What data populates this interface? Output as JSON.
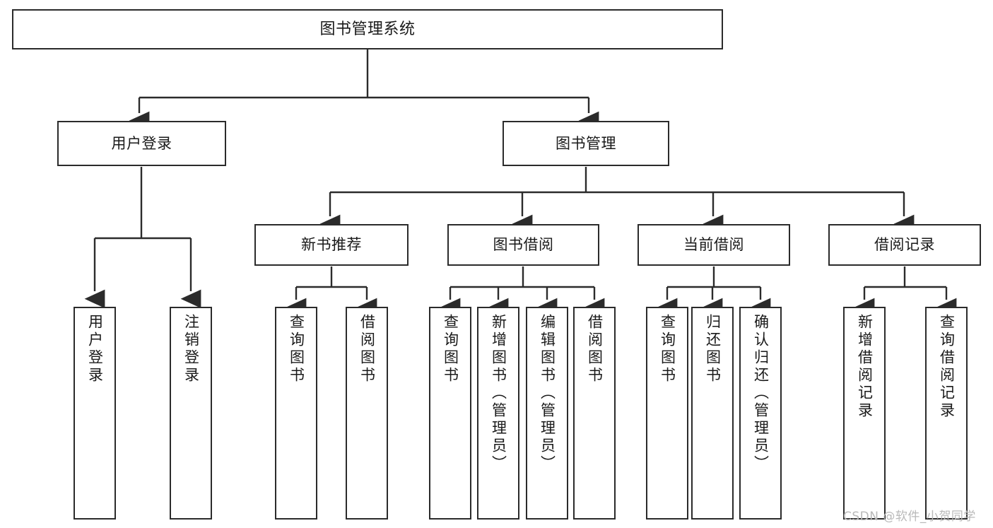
{
  "diagram": {
    "type": "tree-hierarchy",
    "title": "图书管理系统",
    "orientation": "top-down",
    "levels": 4,
    "root": {
      "label": "图书管理系统",
      "level": 0
    },
    "level2": [
      {
        "label": "用户登录",
        "level": 1
      },
      {
        "label": "图书管理",
        "level": 1
      }
    ],
    "level3": [
      {
        "label": "新书推荐",
        "level": 2,
        "parent": "图书管理"
      },
      {
        "label": "图书借阅",
        "level": 2,
        "parent": "图书管理"
      },
      {
        "label": "当前借阅",
        "level": 2,
        "parent": "图书管理"
      },
      {
        "label": "借阅记录",
        "level": 2,
        "parent": "图书管理"
      }
    ],
    "leaves": [
      {
        "label": "用户登录",
        "level": 2,
        "parent": "用户登录",
        "group": "user-login"
      },
      {
        "label": "注销登录",
        "level": 2,
        "parent": "用户登录",
        "group": "user-login"
      },
      {
        "label": "查询图书",
        "level": 3,
        "parent": "新书推荐",
        "group": "new-book-recommend"
      },
      {
        "label": "借阅图书",
        "level": 3,
        "parent": "新书推荐",
        "group": "new-book-recommend"
      },
      {
        "label": "查询图书",
        "level": 3,
        "parent": "图书借阅",
        "group": "book-borrow"
      },
      {
        "label": "新增图书（管理员）",
        "level": 3,
        "parent": "图书借阅",
        "group": "book-borrow"
      },
      {
        "label": "编辑图书（管理员）",
        "level": 3,
        "parent": "图书借阅",
        "group": "book-borrow"
      },
      {
        "label": "借阅图书",
        "level": 3,
        "parent": "图书借阅",
        "group": "book-borrow"
      },
      {
        "label": "查询图书",
        "level": 3,
        "parent": "当前借阅",
        "group": "current-borrow"
      },
      {
        "label": "归还图书",
        "level": 3,
        "parent": "当前借阅",
        "group": "current-borrow"
      },
      {
        "label": "确认归还（管理员）",
        "level": 3,
        "parent": "当前借阅",
        "group": "current-borrow"
      },
      {
        "label": "新增借阅记录",
        "level": 3,
        "parent": "借阅记录",
        "group": "borrow-record"
      },
      {
        "label": "查询借阅记录",
        "level": 3,
        "parent": "借阅记录",
        "group": "borrow-record"
      }
    ],
    "colors": {
      "node_border": "#2b2b2b",
      "node_fill": "#ffffff",
      "connector": "#2b2b2b",
      "text": "#1a1a1a",
      "background": "#ffffff",
      "watermark": "#b9b9b9"
    }
  },
  "watermark": {
    "text": "CSDN @软件_小贺同学"
  }
}
